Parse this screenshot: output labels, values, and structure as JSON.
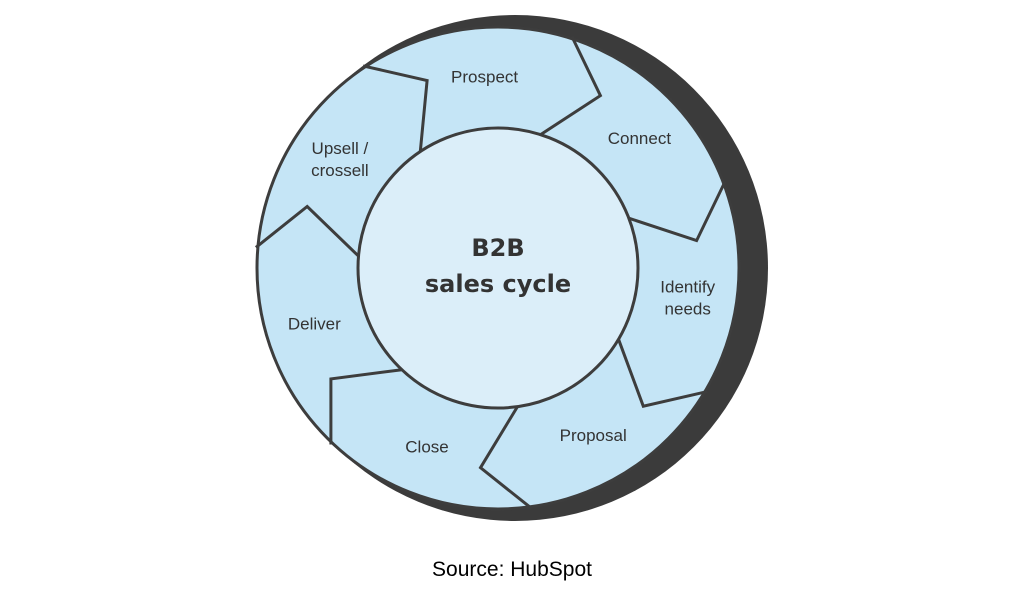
{
  "diagram": {
    "center": {
      "line1": "B2B",
      "line2": "sales cycle"
    },
    "stages": [
      {
        "lines": [
          "Prospect"
        ]
      },
      {
        "lines": [
          "Connect"
        ]
      },
      {
        "lines": [
          "Identify",
          "needs"
        ]
      },
      {
        "lines": [
          "Proposal"
        ]
      },
      {
        "lines": [
          "Close"
        ]
      },
      {
        "lines": [
          "Deliver"
        ]
      },
      {
        "lines": [
          "Upsell /",
          "crossell"
        ]
      }
    ]
  },
  "caption": "Source: HubSpot",
  "colors": {
    "segment_fill": "#c5e5f6",
    "center_fill": "#dbeef9",
    "outline": "#3d3d3d",
    "shadow": "#3b3b3b"
  }
}
